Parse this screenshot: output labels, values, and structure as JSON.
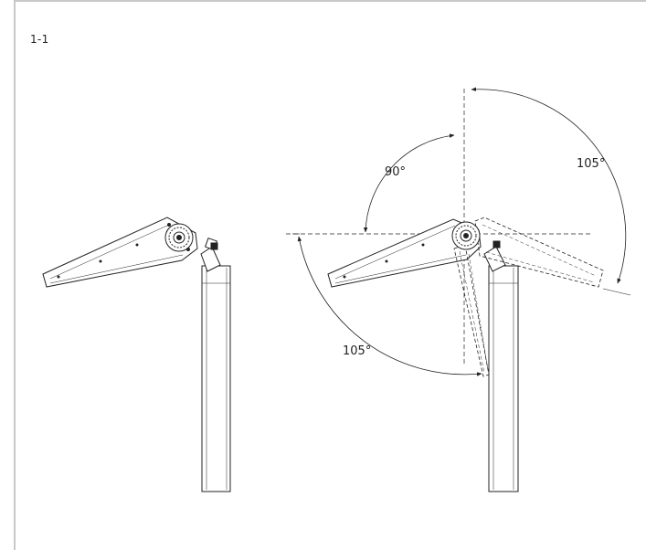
{
  "figure": {
    "label": "1-1",
    "angles": {
      "left_up": "90°",
      "right": "105°",
      "left_down": "105°"
    }
  },
  "colors": {
    "line": "#222222",
    "frame": "#c8c8c8",
    "background": "#ffffff"
  }
}
